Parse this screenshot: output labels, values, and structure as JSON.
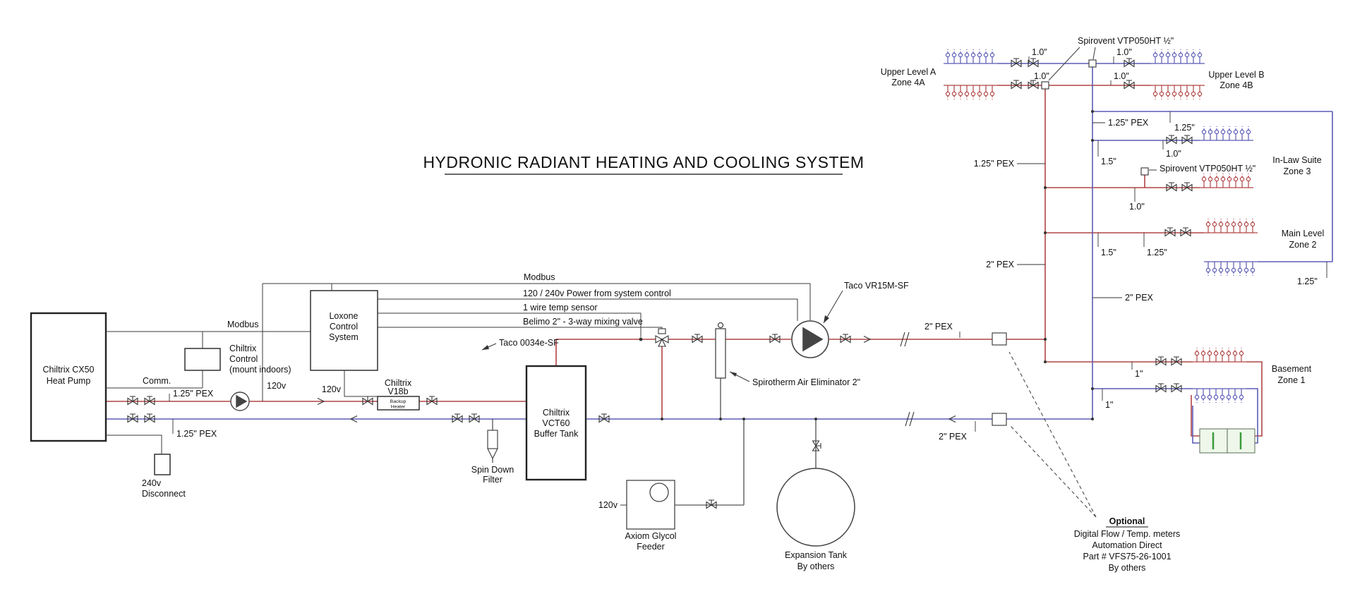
{
  "title": "HYDRONIC RADIANT HEATING AND COOLING SYSTEM",
  "colors": {
    "supply": "#b04545",
    "return": "#5b5bb5",
    "wire": "#3a3a3a",
    "meter_green": "#3a9a3a",
    "meter_fill": "#eef7ea"
  },
  "components": {
    "heat_pump": {
      "line1": "Chiltrix CX50",
      "line2": "Heat Pump"
    },
    "chiltrix_control": {
      "line1": "Chiltrix",
      "line2": "Control",
      "line3": "(mount indoors)"
    },
    "loxone": {
      "line1": "Loxone",
      "line2": "Control",
      "line3": "System"
    },
    "v18b": {
      "line1": "Chiltrix",
      "line2": "V18b",
      "box_line1": "Backup",
      "box_line2": "Heater"
    },
    "buffer_tank": {
      "line1": "Chiltrix",
      "line2": "VCT60",
      "line3": "Buffer Tank"
    },
    "spin_filter": {
      "line1": "Spin Down",
      "line2": "Filter"
    },
    "disconnect": {
      "line1": "240v",
      "line2": "Disconnect"
    },
    "glycol": {
      "line1": "Axiom Glycol",
      "line2": "Feeder"
    },
    "expansion": {
      "line1": "Expansion Tank",
      "line2": "By others"
    },
    "air_eliminator": "Spirotherm Air Eliminator 2\"",
    "pump_vr15": "Taco VR15M-SF",
    "valve_0034e": "Taco 0034e-SF",
    "spirovent_top": "Spirovent VTP050HT ½\"",
    "spirovent_zone3": "Spirovent VTP050HT ½\""
  },
  "wiring": {
    "modbus_top": "Modbus",
    "modbus_left": "Modbus",
    "power": "120 / 240v Power from system control",
    "temp_sensor": "1 wire temp sensor",
    "belimo": "Belimo 2\" - 3-way mixing valve",
    "comm": "Comm.",
    "v120_pump": "120v",
    "v120_backup": "120v",
    "v120_glycol": "120v"
  },
  "zones": {
    "z4a": {
      "line1": "Upper Level A",
      "line2": "Zone 4A"
    },
    "z4b": {
      "line1": "Upper Level B",
      "line2": "Zone 4B"
    },
    "z3": {
      "line1": "In-Law Suite",
      "line2": "Zone 3"
    },
    "z2": {
      "line1": "Main Level",
      "line2": "Zone 2"
    },
    "z1": {
      "line1": "Basement",
      "line2": "Zone 1"
    }
  },
  "pipe_labels": {
    "hp_supply": "1.25\" PEX",
    "hp_return": "1.25\" PEX",
    "supply_main": "2\" PEX",
    "return_main": "2\" PEX",
    "red_riser_upper": "1.25\" PEX",
    "red_riser_lower": "2\" PEX",
    "blue_riser_upper": "1.25\" PEX",
    "blue_riser_lower": "2\" PEX",
    "z4_blue_left": "1.0\"",
    "z4_blue_right": "1.0\"",
    "z4_red_left": "1.0\"",
    "z4_red_right": "1.0\"",
    "z3_blue_near": "1.5\"",
    "z3_blue_far": "1.0\"",
    "z3_red": "1.0\"",
    "z2_red_near": "1.5\"",
    "z2_red_far": "1.25\"",
    "z2_return": "1.25\"",
    "top_connector": "1.25\"",
    "z1_supply": "1\"",
    "z1_return": "1\""
  },
  "notes": {
    "optional": {
      "line1": "Optional",
      "line2": "Digital Flow / Temp. meters",
      "line3": "Automation Direct",
      "line4": "Part # VFS75-26-1001",
      "line5": "By others"
    }
  }
}
